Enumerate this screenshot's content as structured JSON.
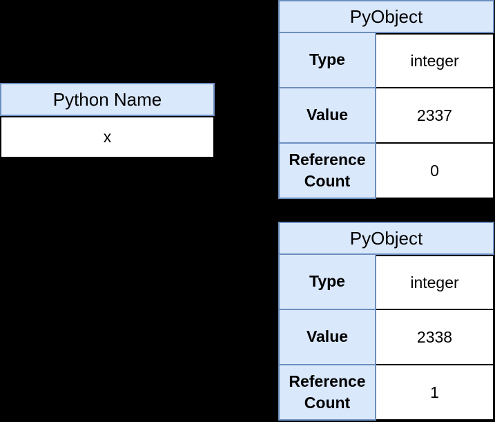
{
  "background_color": "#000000",
  "colors": {
    "header_fill": "#dae8fc",
    "header_border": "#6c8ebf",
    "value_fill": "#ffffff",
    "value_border": "#000000",
    "text": "#000000"
  },
  "name_table": {
    "header": "Python Name",
    "value": "x"
  },
  "pyobjects": [
    {
      "title": "PyObject",
      "rows": [
        {
          "label": "Type",
          "value": "integer"
        },
        {
          "label": "Value",
          "value": "2337"
        },
        {
          "label": "Reference Count",
          "value": "0"
        }
      ]
    },
    {
      "title": "PyObject",
      "rows": [
        {
          "label": "Type",
          "value": "integer"
        },
        {
          "label": "Value",
          "value": "2338"
        },
        {
          "label": "Reference Count",
          "value": "1"
        }
      ]
    }
  ]
}
